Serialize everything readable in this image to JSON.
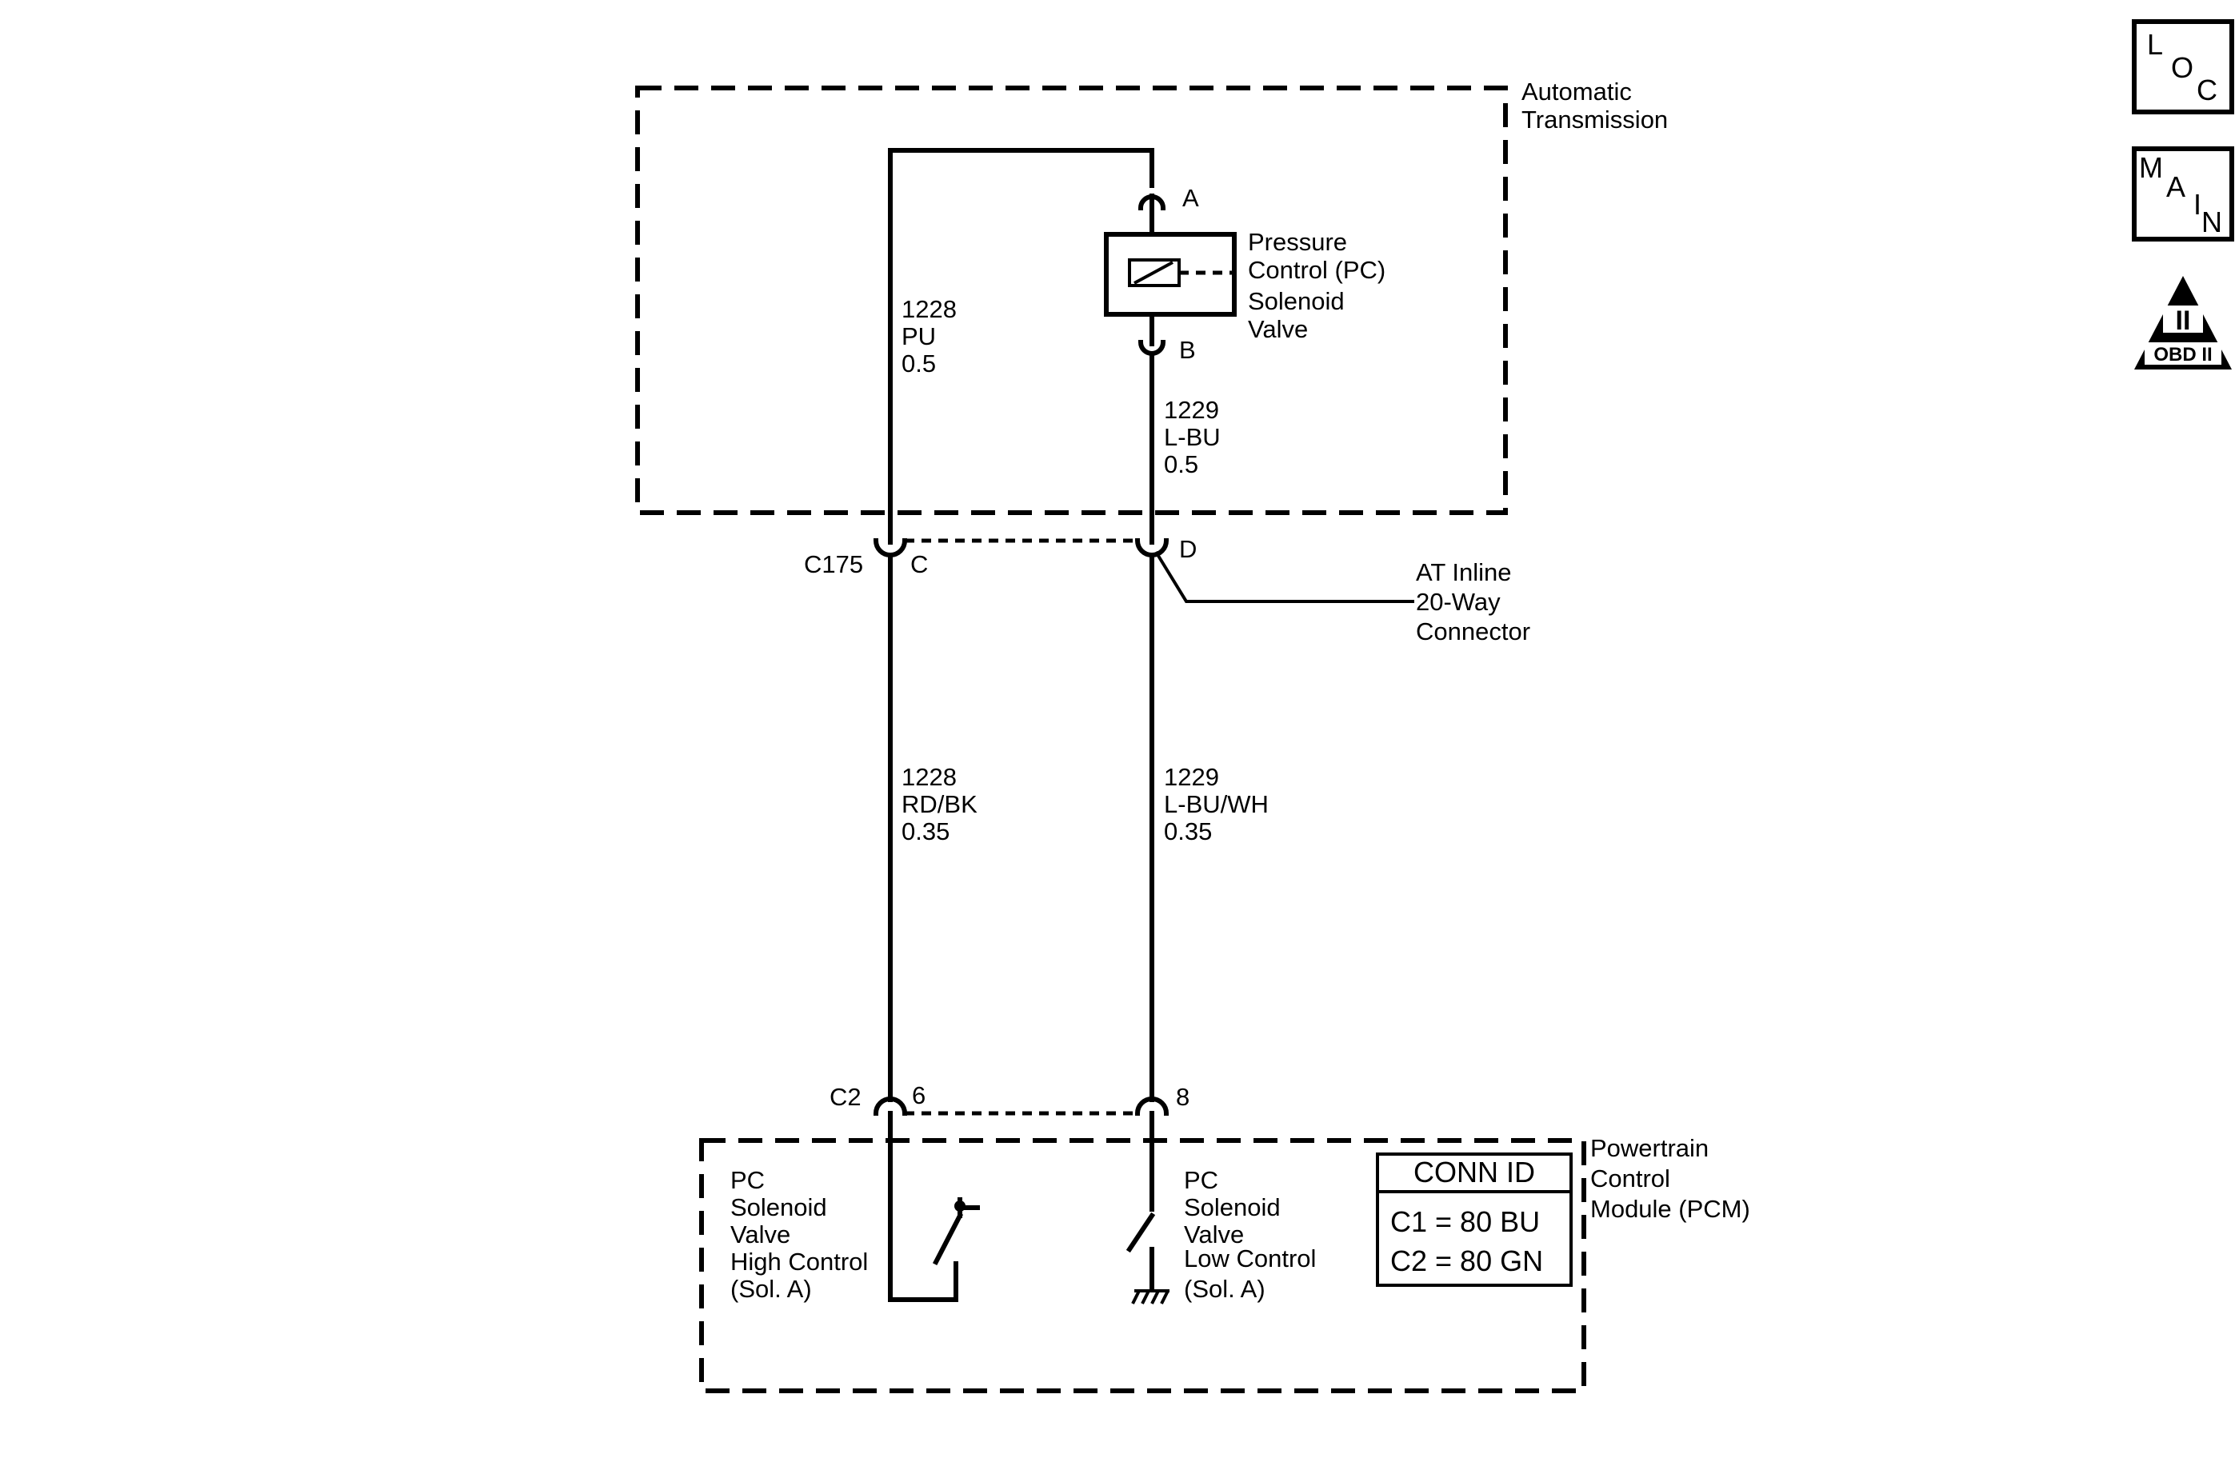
{
  "transmission": {
    "label_line1": "Automatic",
    "label_line2": "Transmission"
  },
  "solenoid": {
    "name_lines": [
      "Pressure",
      "Control (PC)",
      "Solenoid",
      "Valve"
    ],
    "pin_a": "A",
    "pin_b": "B"
  },
  "wires": {
    "upper_left": {
      "circuit": "1228",
      "color": "PU",
      "gauge": "0.5"
    },
    "upper_right": {
      "circuit": "1229",
      "color": "L-BU",
      "gauge": "0.5"
    },
    "lower_left": {
      "circuit": "1228",
      "color": "RD/BK",
      "gauge": "0.35"
    },
    "lower_right": {
      "circuit": "1229",
      "color": "L-BU/WH",
      "gauge": "0.35"
    }
  },
  "inline_connector": {
    "id": "C175",
    "pin_left": "C",
    "pin_right": "D",
    "label_lines": [
      "AT Inline",
      "20-Way",
      "Connector"
    ]
  },
  "pcm_connector": {
    "id": "C2",
    "pin_left": "6",
    "pin_right": "8"
  },
  "pcm": {
    "label_lines": [
      "Powertrain",
      "Control",
      "Module (PCM)"
    ],
    "high_control_lines": [
      "PC",
      "Solenoid",
      "Valve",
      "High Control",
      "(Sol. A)"
    ],
    "low_control_lines": [
      "PC",
      "Solenoid",
      "Valve",
      "Low Control",
      "(Sol. A)"
    ],
    "conn_id": {
      "title": "CONN ID",
      "rows": [
        "C1 = 80 BU",
        "C2 = 80 GN"
      ]
    }
  },
  "side_icons": {
    "loc": {
      "letters": [
        "L",
        "O",
        "C"
      ],
      "icon": "loc-icon"
    },
    "main": {
      "letters": [
        "M",
        "A",
        "I",
        "N"
      ],
      "icon": "main-icon"
    },
    "obd": {
      "numeral": "II",
      "label": "OBD II",
      "icon": "obd-ii-icon"
    }
  }
}
